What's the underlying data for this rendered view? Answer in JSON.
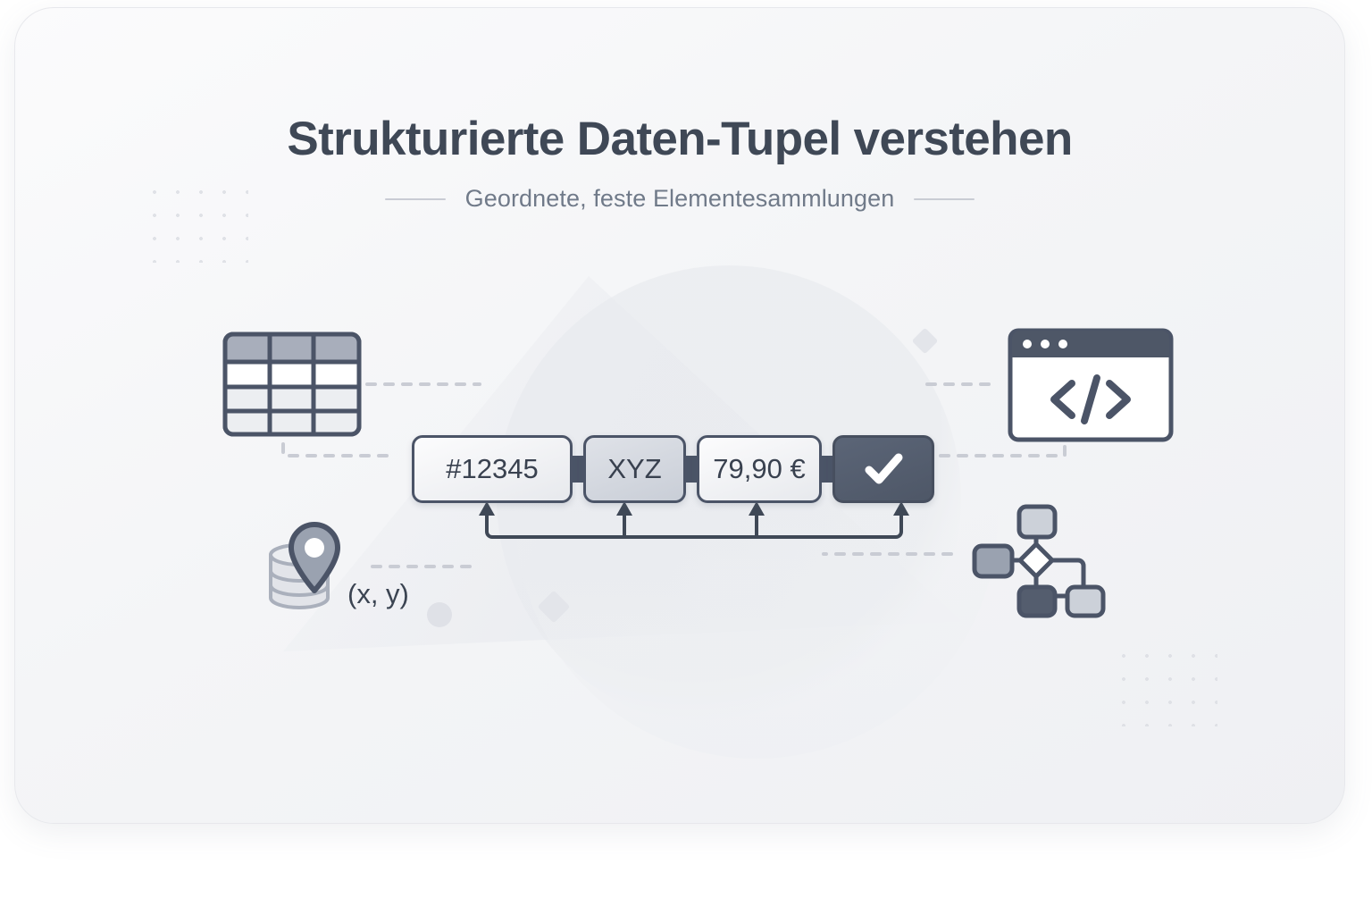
{
  "header": {
    "title": "Strukturierte Daten-Tupel verstehen",
    "subtitle": "Geordnete, feste Elementesammlungen"
  },
  "tuple": {
    "items": [
      {
        "label": "#12345",
        "style": "light",
        "name": "tuple-chip-id"
      },
      {
        "label": "XYZ",
        "style": "mid",
        "name": "tuple-chip-code"
      },
      {
        "label": "79,90 €",
        "style": "light",
        "name": "tuple-chip-price"
      },
      {
        "label": "",
        "style": "dark",
        "name": "tuple-chip-check",
        "icon": "check-icon"
      }
    ]
  },
  "icons": {
    "table": "table-icon",
    "code_window": "code-window-icon",
    "code_glyph": "</>",
    "database": "database-icon",
    "map_pin": "map-pin-icon",
    "flowchart": "flowchart-icon",
    "check": "check-icon"
  },
  "labels": {
    "coordinates": "(x, y)"
  },
  "colors": {
    "ink": "#3f4856",
    "ink_soft": "#707a89",
    "stroke": "#4b5467",
    "chip_light": "#e7e9ed",
    "chip_mid": "#c9ced7",
    "chip_dark": "#545d6e",
    "dashed": "#c9ccd4",
    "canvas": "#f4f5f7"
  }
}
